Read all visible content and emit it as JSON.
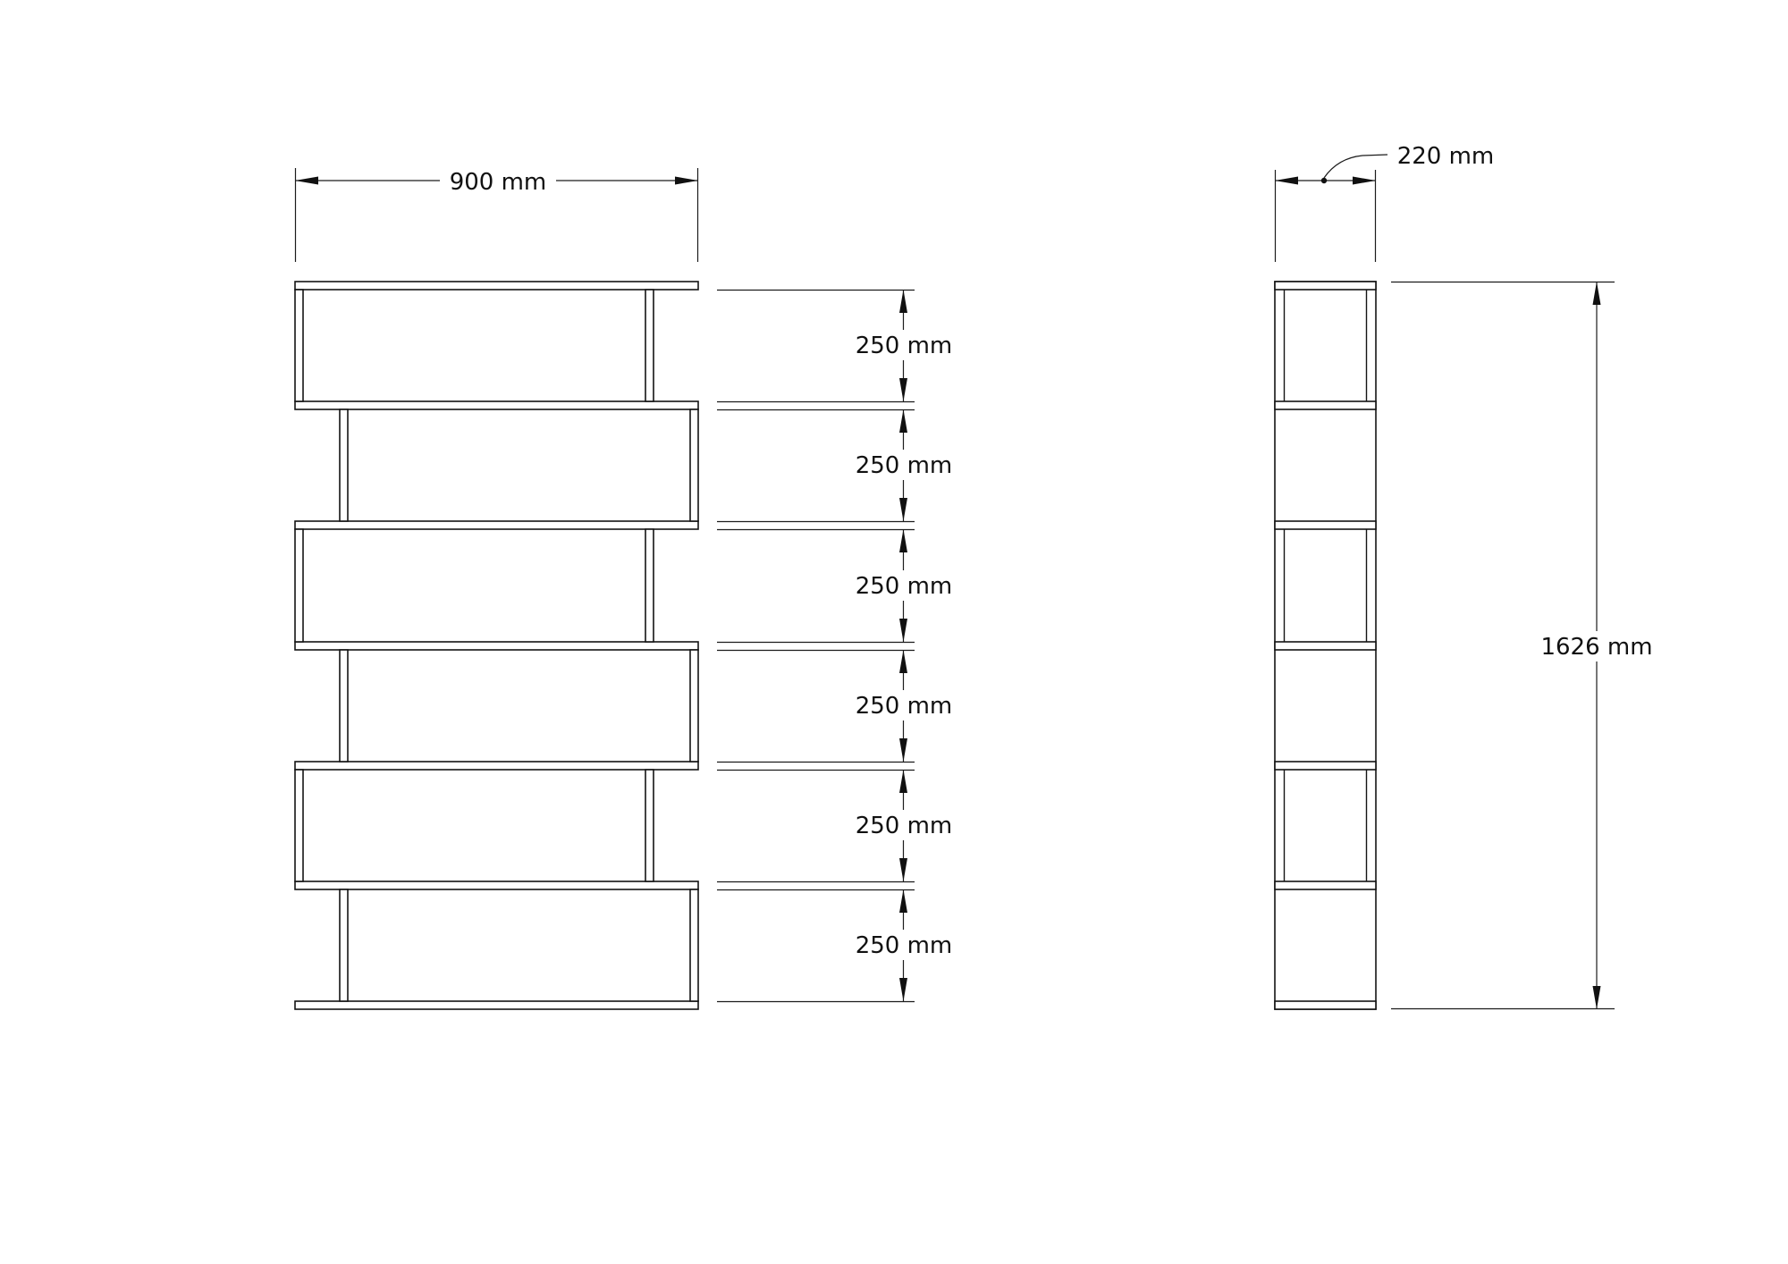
{
  "drawing": {
    "kind": "furniture technical drawing",
    "views": [
      "front elevation",
      "side elevation"
    ]
  },
  "dimensions": {
    "width": {
      "label": "900 mm",
      "value": 900,
      "unit": "mm"
    },
    "depth": {
      "label": "220 mm",
      "value": 220,
      "unit": "mm"
    },
    "height": {
      "label": "1626 mm",
      "value": 1626,
      "unit": "mm"
    },
    "shelf_gaps": [
      {
        "label": "250 mm",
        "value": 250
      },
      {
        "label": "250 mm",
        "value": 250
      },
      {
        "label": "250 mm",
        "value": 250
      },
      {
        "label": "250 mm",
        "value": 250
      },
      {
        "label": "250 mm",
        "value": 250
      },
      {
        "label": "250 mm",
        "value": 250
      }
    ]
  }
}
